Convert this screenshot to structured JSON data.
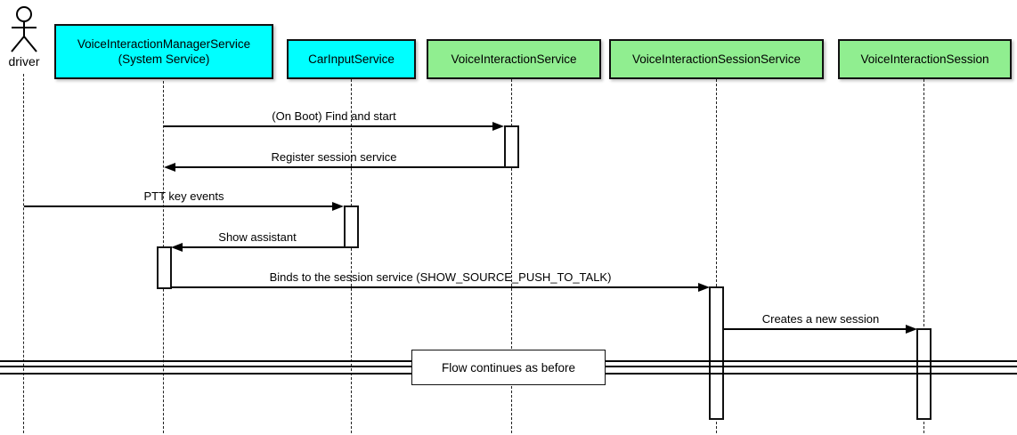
{
  "diagram_type": "uml-sequence",
  "colors": {
    "participant_cyan": "#00FFFF",
    "participant_green": "#90EE90",
    "border": "#111111",
    "background": "#FFFFFF"
  },
  "actor": {
    "label": "driver"
  },
  "participants": [
    {
      "name": "VoiceInteractionManagerService",
      "subtitle": "(System Service)",
      "color": "#00FFFF"
    },
    {
      "name": "CarInputService",
      "color": "#00FFFF"
    },
    {
      "name": "VoiceInteractionService",
      "color": "#90EE90"
    },
    {
      "name": "VoiceInteractionSessionService",
      "color": "#90EE90"
    },
    {
      "name": "VoiceInteractionSession",
      "color": "#90EE90"
    }
  ],
  "messages": [
    {
      "label": "(On Boot) Find and start",
      "from": "VoiceInteractionManagerService",
      "to": "VoiceInteractionService"
    },
    {
      "label": "Register session service",
      "from": "VoiceInteractionService",
      "to": "VoiceInteractionManagerService"
    },
    {
      "label": "PTT key events",
      "from": "driver",
      "to": "CarInputService"
    },
    {
      "label": "Show assistant",
      "from": "CarInputService",
      "to": "VoiceInteractionManagerService"
    },
    {
      "label": "Binds to the session service (SHOW_SOURCE_PUSH_TO_TALK)",
      "from": "VoiceInteractionManagerService",
      "to": "VoiceInteractionSessionService"
    },
    {
      "label": "Creates a new session",
      "from": "VoiceInteractionSessionService",
      "to": "VoiceInteractionSession"
    }
  ],
  "divider": {
    "label": "Flow continues as before"
  }
}
